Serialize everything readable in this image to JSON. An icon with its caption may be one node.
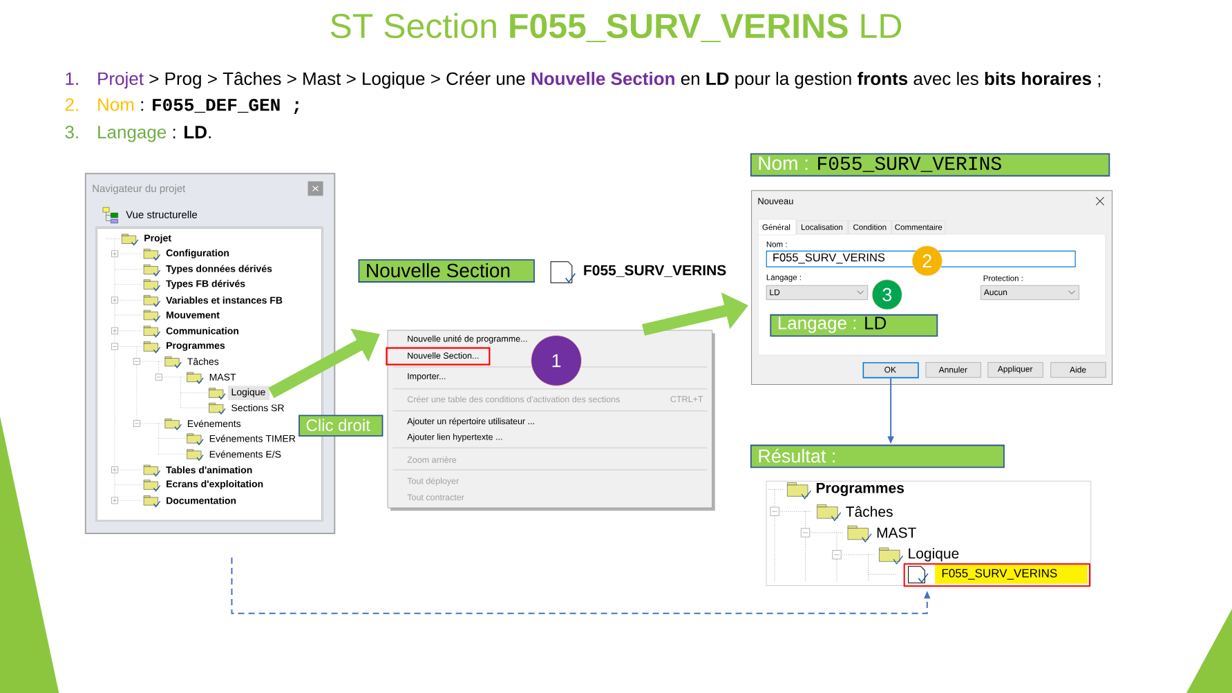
{
  "diagram": {
    "title": "ST Section **F055_SURV_VERINS** LD",
    "nodes": [
      {
        "text": [
          "Navigateur du projet",
          "Vue structurelle",
          "Projet",
          "Configuration",
          "Types données dérivés",
          "Types FB dérivés",
          "Variables et instances FB",
          "Mouvement",
          "Communication",
          "Programmes",
          "Tâches",
          "MAST",
          "Sections SR",
          "Evénements",
          "Evénements TIMER",
          "Evénements E/S",
          "Tables d'animation",
          "Ecrans d'exploitation",
          "Documentation"
        ]
      },
      {
        "text": [
          "Logique"
        ],
        "in": 0
      },
      {
        "text": [
          "Clic droit"
        ]
      },
      {
        "text": [
          "Nouvelle Section"
        ]
      },
      {
        "text": [
          "Nouvelle unité de programme...",
          "Importer...",
          "Créer une table des conditions d'activation des sections",
          "CTRL+T",
          "Ajouter un répertoire utilisateur ...",
          "Ajouter lien hypertexte ...",
          "Zoom arrière",
          "Tout déployer",
          "Tout contracter"
        ]
      },
      {
        "text": [
          "Nouvelle Section..."
        ],
        "in": 4
      },
      {
        "text": [
          "1"
        ],
        "in": 4
      },
      {
        "text": [
          "Nom :",
          "F055_SURV_VERINS"
        ]
      },
      {
        "text": [
          "Nouveau",
          "Général",
          "Localisation",
          "Condition",
          "Commentaire",
          "Nom :",
          "Langage :",
          "Protection :"
        ]
      },
      {
        "text": [
          "F055_SURV_VERINS"
        ],
        "in": 8
      },
      {
        "text": [
          "2"
        ],
        "in": 8
      },
      {
        "text": [
          "LD"
        ],
        "in": 8
      },
      {
        "text": [
          "3"
        ],
        "in": 8
      },
      {
        "text": [
          "Aucun"
        ],
        "in": 8
      },
      {
        "text": [
          "Langage :",
          "LD"
        ],
        "in": 8
      },
      {
        "text": [
          "OK"
        ],
        "in": 8
      },
      {
        "text": [
          "Annuler"
        ],
        "in": 8
      },
      {
        "text": [
          "Appliquer"
        ],
        "in": 8
      },
      {
        "text": [
          "Aide"
        ],
        "in": 8
      },
      {
        "text": [
          "Résultat :"
        ]
      },
      {
        "text": [
          "Programmes",
          "Tâches",
          "MAST",
          "Logique"
        ]
      },
      {
        "text": [
          "F055_SURV_VERINS"
        ],
        "in": 20
      }
    ],
    "edges": [
      {
        "from": 1,
        "to": 4,
        "arrow": "to",
        "style": "thick",
        "color": "#92d050"
      },
      {
        "from": 4,
        "to": 8,
        "arrow": "to",
        "style": "thick",
        "color": "#92d050"
      },
      {
        "from": 15,
        "to": 19,
        "arrow": "to",
        "color": "#4472c4"
      },
      {
        "from": 0,
        "to": 21,
        "arrow": "to",
        "style": "dashed",
        "color": "#4472c4"
      }
    ],
    "labels": [
      "1.",
      "Projet",
      "> Prog > Tâches > Mast > Logique > Créer une",
      "Nouvelle Section",
      "en **LD** pour la gestion **fronts** avec les **bits horaires** ;",
      "2.",
      "Nom",
      ":",
      "F055_DEF_GEN ;",
      "3.",
      "Langage",
      ": **LD**.",
      "F055_SURV_VERINS"
    ]
  }
}
